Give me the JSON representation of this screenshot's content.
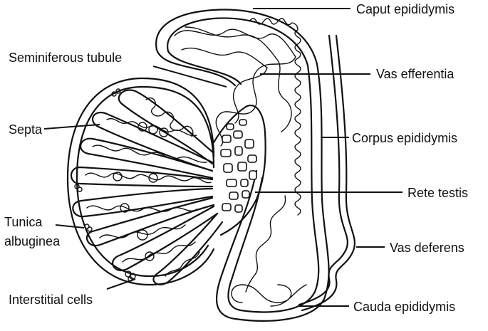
{
  "labels": {
    "caput_epididymis": "Caput epididymis",
    "seminiferous_tubule": "Seminiferous tubule",
    "vas_efferentia": "Vas efferentia",
    "septa": "Septa",
    "corpus_epididymis": "Corpus epididymis",
    "rete_testis": "Rete testis",
    "tunica_albuginea_line1": "Tunica",
    "tunica_albuginea_line2": "albuginea",
    "vas_deferens": "Vas deferens",
    "interstitial_cells": "Interstitial cells",
    "cauda_epididymis": "Cauda epididymis"
  }
}
